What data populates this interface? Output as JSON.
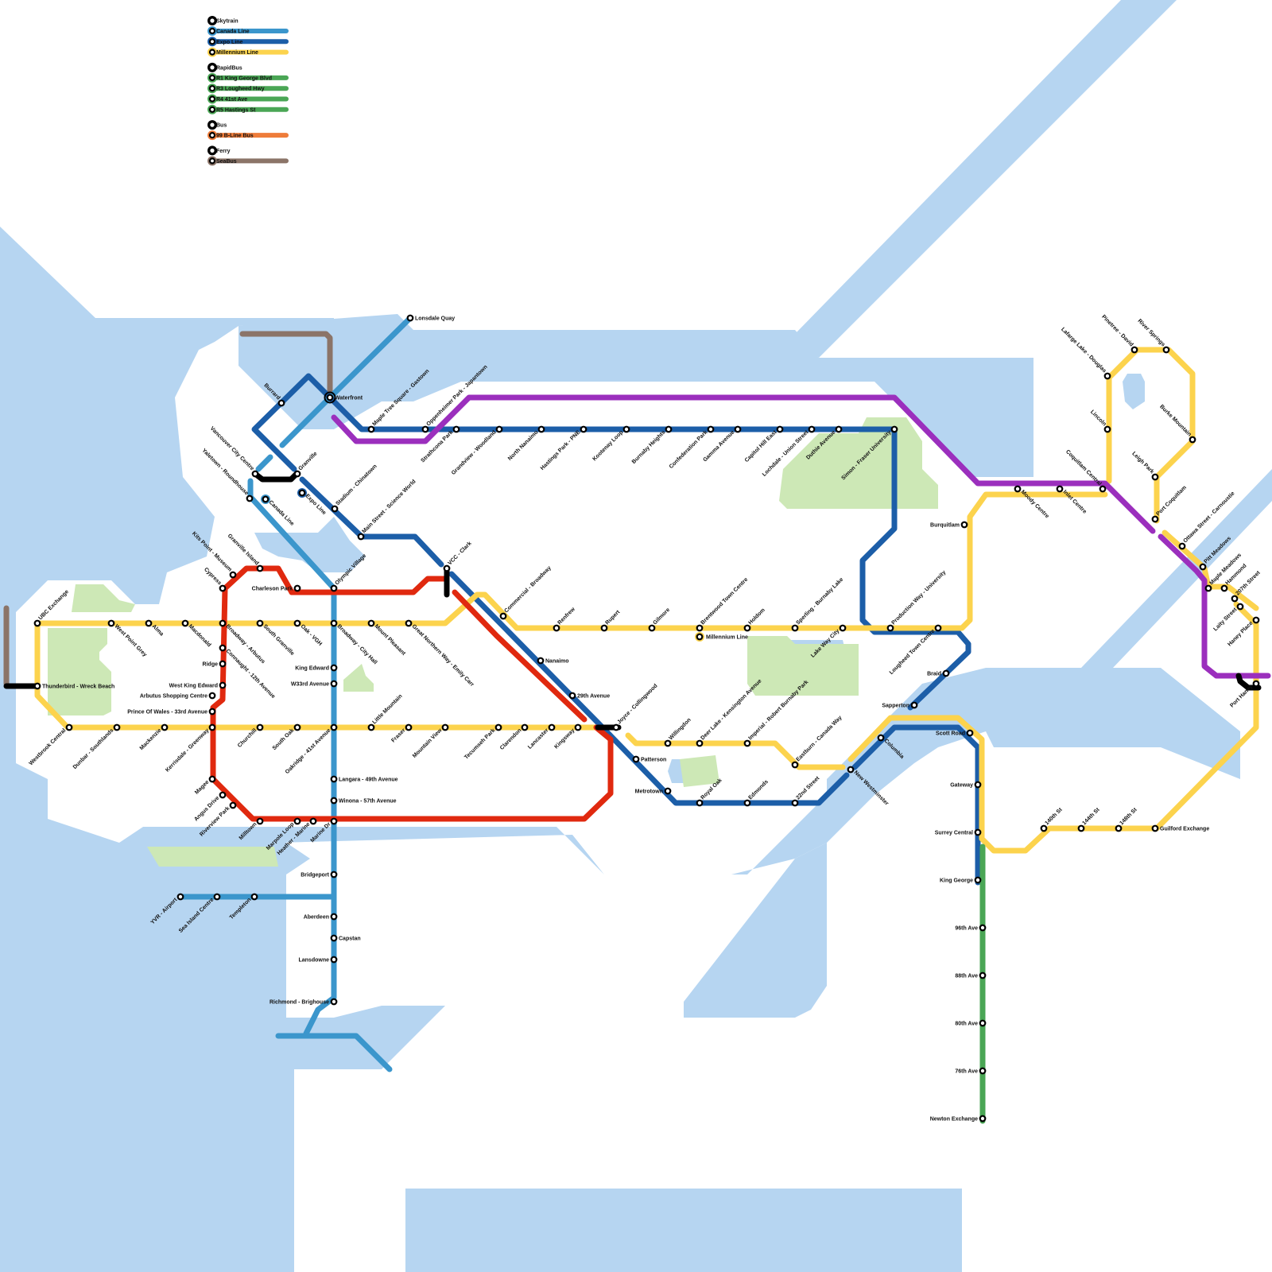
{
  "legend": {
    "groups": [
      {
        "title": "Skytrain",
        "items": [
          {
            "label": "Canada Line",
            "color": "#3b96cc"
          },
          {
            "label": "Expo Line",
            "color": "#1c5ea8"
          },
          {
            "label": "Millennium Line",
            "color": "#fcd34d"
          }
        ]
      },
      {
        "title": "RapidBus",
        "items": [
          {
            "label": "R1 King George Blvd",
            "color": "#4aa655"
          },
          {
            "label": "R3 Lougheed Hwy",
            "color": "#4aa655"
          },
          {
            "label": "R4 41st Ave",
            "color": "#4aa655"
          },
          {
            "label": "R5 Hastings St",
            "color": "#4aa655"
          }
        ]
      },
      {
        "title": "Bus",
        "items": [
          {
            "label": "99 B-Line Bus",
            "color": "#ee7c3a"
          }
        ]
      },
      {
        "title": "Ferry",
        "items": [
          {
            "label": "SeaBus",
            "color": "#8b7468"
          }
        ]
      }
    ]
  },
  "colors": {
    "water": "#b6d5f1",
    "park": "#cde8b6",
    "canada": "#3b96cc",
    "expo": "#1c5ea8",
    "millennium": "#fcd34d",
    "rapidbus": "#4aa655",
    "bline": "#ee7c3a",
    "seabus": "#8b7468",
    "red": "#e0290f",
    "purple": "#9b2fbd",
    "transfer": "#000000"
  },
  "map_labels": {
    "canada_line_marker": "Canada Line",
    "expo_line_marker": "Expo Line",
    "millennium_line_marker": "Millennium Line"
  },
  "stations": [
    "Lonsdale Quay",
    "Waterfront",
    "Burrard",
    "Maple Tree Square - Gastown",
    "Oppenheimer Park - Japantown",
    "Strathcona Park",
    "Grandview - Woodland",
    "North Nanaimo",
    "Hastings Park - PNE",
    "Kootenay Loop",
    "Burnaby Heights",
    "Confederation Park",
    "Gamma Avenue",
    "Capitol Hill East",
    "Lochdale - Union Street",
    "Duthie Avenue",
    "Simon - Fraser University",
    "Vancouver City Centre",
    "Granville",
    "Yaletown - Roundhouse",
    "Stadium - Chinatown",
    "Main Street - Science World",
    "VCC - Clark",
    "Commercial - Broadway",
    "Nanaimo",
    "29th Avenue",
    "Joyce - Collingwood",
    "Patterson",
    "Metrotown",
    "Royal Oak",
    "Edmonds",
    "22nd Street",
    "New Westminster",
    "Columbia",
    "Scott Road",
    "Gateway",
    "Surrey Central",
    "King George",
    "Sapperton",
    "Braid",
    "Granville Island",
    "Kits Point - Museum",
    "Cypress",
    "Charleson Park",
    "Olympic Village",
    "UBC Exchange",
    "West Point Grey",
    "Alma",
    "Macdonald",
    "Broadway - Arbutus",
    "South Granville",
    "Oak - VGH",
    "Broadway - City Hall",
    "Mount Pleasant",
    "Great Northern Way - Emily Carr",
    "Renfrew",
    "Rupert",
    "Gilmore",
    "Brentwood Town Centre",
    "Holdom",
    "Sperling - Burnaby Lake",
    "Lake Way City",
    "Production Way - University",
    "Lougheed Town Centre",
    "Burquitlam",
    "Moody Centre",
    "Inlet Centre",
    "Coquitlam Central",
    "Lincoln",
    "Lafarge Lake - Douglas",
    "Pinetree - David",
    "River Springs",
    "Burke Mountain",
    "Leigh Park",
    "Port Coquitlam",
    "Ottawa Street - Carnoustie",
    "Pitt Meadows",
    "Maple Meadows",
    "Hammond",
    "207th Street",
    "Laity Street",
    "Haney Place",
    "Port Haney",
    "Thunderbird - Wreck Beach",
    "Westbrook Central",
    "Dunbar - Southlands",
    "Mackenzie",
    "Kerrisdale - Greenway",
    "Churchill",
    "South Oak",
    "Oakridge - 41st Avenue",
    "Little Mountain",
    "Fraser",
    "Mountain View",
    "Tecumseh Park",
    "Clarendon",
    "Lancaster",
    "Kingsway",
    "Connaught - 12th Avenue",
    "Ridge",
    "West King Edward",
    "Arbutus Shopping Centre",
    "Prince Of Wales - 33rd Avenue",
    "Magee",
    "Angus Drive",
    "Riverview Park",
    "Milltown",
    "Marpole Loop",
    "Heather - Marine",
    "Marine Dr",
    "King Edward",
    "W33rd Avenue",
    "Langara - 49th Avenue",
    "Winona - 57th Avenue",
    "Bridgeport",
    "Aberdeen",
    "Capstan",
    "Lansdowne",
    "Richmond - Brighouse",
    "Templeton",
    "Sea Island Centre",
    "YVR - Airport",
    "Willingdon",
    "Deer Lake - Kensington Avenue",
    "Imperial - Robert Burnaby Park",
    "Eastburn - Canada Way",
    "140th St",
    "144th St",
    "148th St",
    "Guilford Exchange",
    "96th Ave",
    "88th Ave",
    "80th Ave",
    "76th Ave",
    "Newton Exchange"
  ]
}
